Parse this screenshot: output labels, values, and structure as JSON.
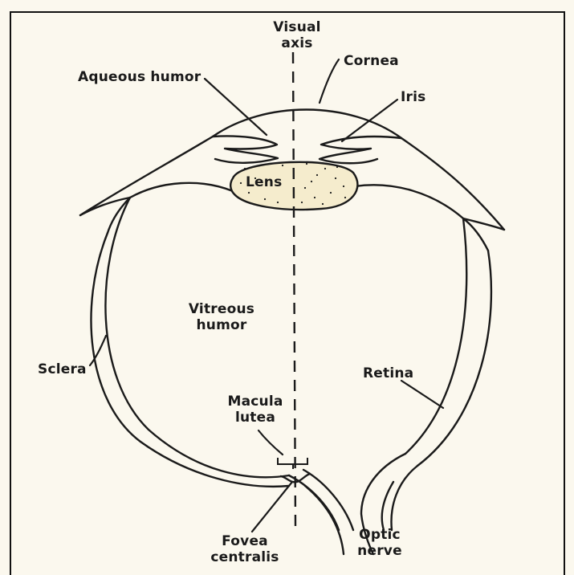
{
  "labels": {
    "visual_axis": [
      "Visual",
      "axis"
    ],
    "cornea": "Cornea",
    "aqueous_humor": "Aqueous humor",
    "iris": "Iris",
    "lens": "Lens",
    "vitreous_humor": [
      "Vitreous",
      "humor"
    ],
    "sclera": "Sclera",
    "retina": "Retina",
    "macula_lutea": [
      "Macula",
      "lutea"
    ],
    "fovea_centralis": [
      "Fovea",
      "centralis"
    ],
    "optic_nerve": [
      "Optic",
      "nerve"
    ]
  },
  "colors": {
    "paper": "#fbf8ee",
    "ink": "#1a1a1a",
    "lens_fill": "#f5eccd"
  }
}
